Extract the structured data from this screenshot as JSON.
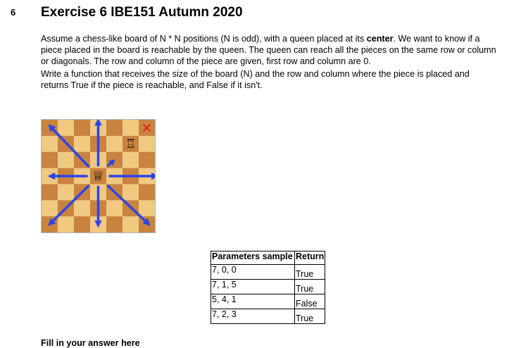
{
  "question_number": "6",
  "title": "Exercise 6 IBE151 Autumn 2020",
  "paragraph1": {
    "before": "Assume a chess-like board of N * N positions (N is odd), with a queen placed at its ",
    "bold": "center",
    "after": ". We want to know if a piece placed in the board is reachable by the queen. The queen can reach all the pieces on the same row or column or diagonals. The row and column of the piece are given, first row and column are 0."
  },
  "paragraph2": "Write a function that receives the size of the board (N) and the row and column where the piece is placed and returns True if the piece is reachable, and  False if it isn't.",
  "board": {
    "size": 7,
    "light_color": "#f0c982",
    "dark_color": "#c8843e",
    "arrow_color": "#2b45e8",
    "cross_color": "#e02020",
    "queen_symbol": "♕",
    "rook_symbol": "♖"
  },
  "table": {
    "headers": [
      "Parameters sample",
      "Return"
    ],
    "rows": [
      [
        "7, 0, 0",
        "True"
      ],
      [
        "7, 1, 5",
        "True"
      ],
      [
        "5, 4, 1",
        "False"
      ],
      [
        "7, 2, 3",
        "True"
      ]
    ]
  },
  "answer_label": "Fill in your answer here"
}
